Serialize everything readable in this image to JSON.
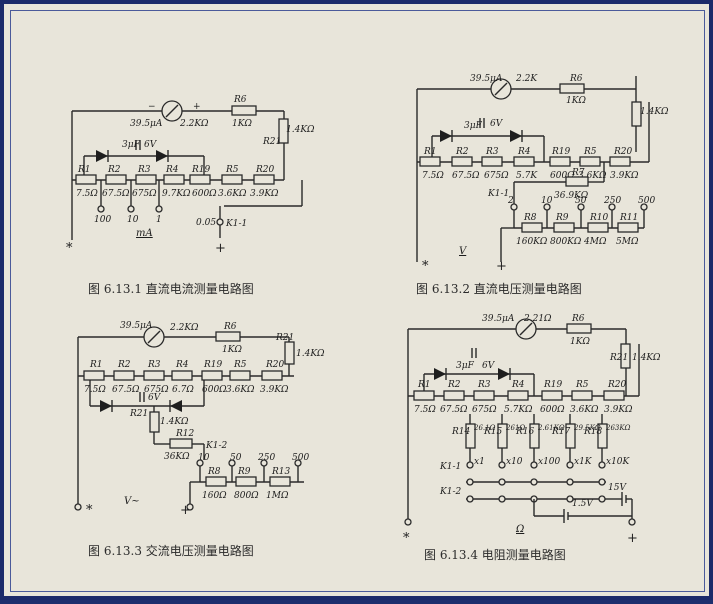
{
  "captions": {
    "fig1": "图 6.13.1   直流电流测量电路图",
    "fig2": "图 6.13.2   直流电压测量电路图",
    "fig3": "图 6.13.3   交流电压测量电路图",
    "fig4": "图 6.13.4   电阻测量电路图"
  },
  "fig1": {
    "meter": "39.5μA",
    "meter_r": "2.2KΩ",
    "r6": "R6",
    "r6v": "1KΩ",
    "r21": "R21",
    "r21v": "1.4KΩ",
    "cap": "3μF",
    "capv": "6V",
    "res": [
      "R1",
      "R2",
      "R3",
      "R4",
      "R19",
      "R5",
      "R20"
    ],
    "vals": [
      "7.5Ω",
      "67.5Ω",
      "675Ω",
      "9.7KΩ",
      "600Ω",
      "3.6KΩ",
      "3.9KΩ"
    ],
    "taps": [
      "100",
      "10",
      "1"
    ],
    "unit": "mA",
    "k": "K1-1",
    "k_val": "0.05",
    "minus": "*",
    "plus": "+"
  },
  "fig2": {
    "meter": "39.5μA",
    "meter_r": "2.2K",
    "r6": "R6",
    "r6v": "1KΩ",
    "r21v": "1.4KΩ",
    "cap": "3μF",
    "capv": "6V",
    "res": [
      "R1",
      "R2",
      "R3",
      "R4",
      "R19",
      "R5",
      "R20"
    ],
    "vals": [
      "7.5Ω",
      "67.5Ω",
      "675Ω",
      "5.7K",
      "600Ω",
      "3.6KΩ",
      "3.9KΩ"
    ],
    "r7": "R7",
    "r7v": "36.9KΩ",
    "k": "K1-1",
    "res2": [
      "R8",
      "R9",
      "R10",
      "R11"
    ],
    "vals2": [
      "160KΩ",
      "800KΩ",
      "4MΩ",
      "5MΩ"
    ],
    "taps": [
      "2",
      "10",
      "50",
      "250",
      "500"
    ],
    "unit": "V",
    "minus": "*",
    "plus": "+"
  },
  "fig3": {
    "meter": "39.5μA",
    "meter_r": "2.2KΩ",
    "r6": "R6",
    "r6v": "1KΩ",
    "r21": "R21",
    "r21v": "1.4KΩ",
    "res": [
      "R1",
      "R2",
      "R3",
      "R4",
      "R19",
      "R5",
      "R20"
    ],
    "vals": [
      "7.5Ω",
      "67.5Ω",
      "675Ω",
      "6.7Ω",
      "600Ω",
      "3.6KΩ",
      "3.9KΩ"
    ],
    "r12": "R12",
    "r12v": "36KΩ",
    "r21b": "R21",
    "r21bv": "1.4KΩ",
    "capv": "6V",
    "k": "K1-2",
    "res2": [
      "R8",
      "R9",
      "R13"
    ],
    "vals2": [
      "160Ω",
      "800Ω",
      "1MΩ"
    ],
    "taps": [
      "10",
      "50",
      "250",
      "500"
    ],
    "unit": "V~",
    "minus": "*",
    "plus": "+"
  },
  "fig4": {
    "meter": "39.5μA",
    "meter_r": "2.21Ω",
    "r6": "R6",
    "r6v": "1KΩ",
    "r21": "R21",
    "r21v": "1.4KΩ",
    "cap": "3μF",
    "capv": "6V",
    "res": [
      "R1",
      "R2",
      "R3",
      "R4",
      "R19",
      "R5",
      "R20"
    ],
    "vals": [
      "7.5Ω",
      "67.5Ω",
      "675Ω",
      "5.7KΩ",
      "600Ω",
      "3.6KΩ",
      "3.9KΩ"
    ],
    "shunts": [
      "R14",
      "R15",
      "R16",
      "R17",
      "R18"
    ],
    "shunt_vals": [
      "26.1Ω",
      "261Ω",
      "2.61KΩ",
      "29.5KΩ",
      "263KΩ"
    ],
    "ranges": [
      "x1",
      "x10",
      "x100",
      "x1K",
      "x10K"
    ],
    "k1": "K1-1",
    "k2": "K1-2",
    "bat1": "1.5V",
    "bat2": "15V",
    "unit": "Ω",
    "minus": "*",
    "plus": "+"
  }
}
